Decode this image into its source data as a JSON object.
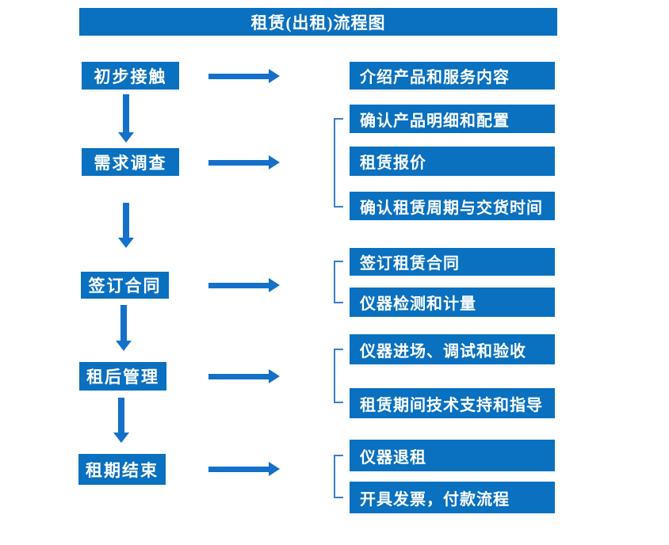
{
  "title": "租赁(出租)流程图",
  "colors": {
    "box_blue": "#0a70c0",
    "arrow_blue": "#1470c8",
    "bracket_blue": "#3b7dc4",
    "text_white": "#ffffff"
  },
  "steps": [
    {
      "label": "初步接触",
      "details": [
        "介绍产品和服务内容"
      ]
    },
    {
      "label": "需求调查",
      "details": [
        "确认产品明细和配置",
        "租赁报价",
        "确认租赁周期与交货时间"
      ]
    },
    {
      "label": "签订合同",
      "details": [
        "签订租赁合同",
        "仪器检测和计量"
      ]
    },
    {
      "label": "租后管理",
      "details": [
        "仪器进场、调试和验收",
        "租赁期间技术支持和指导"
      ]
    },
    {
      "label": "租期结束",
      "details": [
        "仪器退租",
        "开具发票，付款流程"
      ]
    }
  ]
}
